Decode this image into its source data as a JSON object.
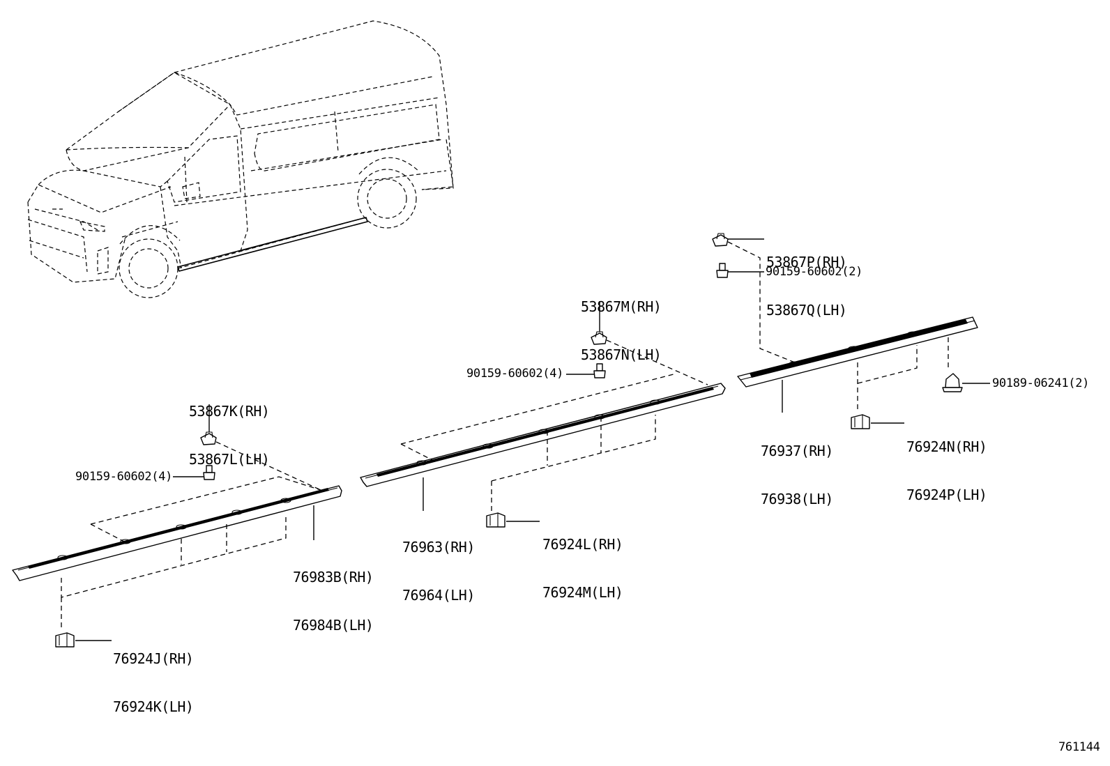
{
  "diagram_id": "761144",
  "callouts": {
    "c53867K": [
      "53867K(RH)",
      "53867L(LH)"
    ],
    "c53867M": [
      "53867M(RH)",
      "53867N(LH)"
    ],
    "c53867P": [
      "53867P(RH)",
      "53867Q(LH)"
    ],
    "c90159a": "90159-60602(4)",
    "c90159b": "90159-60602(4)",
    "c90159c": "90159-60602(2)",
    "c90189": "90189-06241(2)",
    "c76983": [
      "76983B(RH)",
      "76984B(LH)"
    ],
    "c76963": [
      "76963(RH)",
      "76964(LH)"
    ],
    "c76937": [
      "76937(RH)",
      "76938(LH)"
    ],
    "c76924J": [
      "76924J(RH)",
      "76924K(LH)"
    ],
    "c76924L": [
      "76924L(RH)",
      "76924M(LH)"
    ],
    "c76924N": [
      "76924N(RH)",
      "76924P(LH)"
    ]
  }
}
